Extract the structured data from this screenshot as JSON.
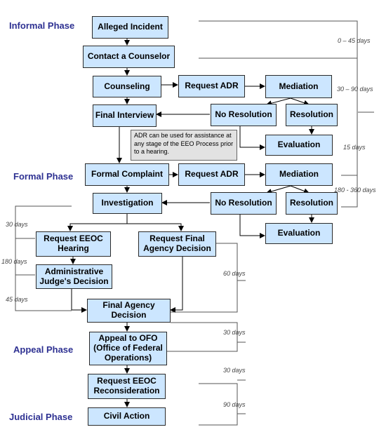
{
  "phases": {
    "informal": "Informal Phase",
    "formal": "Formal Phase",
    "appeal": "Appeal Phase",
    "judicial": "Judicial Phase"
  },
  "boxes": {
    "alleged_incident": "Alleged Incident",
    "contact_counselor": "Contact a Counselor",
    "counseling": "Counseling",
    "request_adr_1": "Request ADR",
    "mediation_1": "Mediation",
    "final_interview": "Final Interview",
    "no_resolution_1": "No Resolution",
    "resolution_1": "Resolution",
    "evaluation_1": "Evaluation",
    "formal_complaint": "Formal Complaint",
    "request_adr_2": "Request ADR",
    "mediation_2": "Mediation",
    "investigation": "Investigation",
    "no_resolution_2": "No Resolution",
    "resolution_2": "Resolution",
    "evaluation_2": "Evaluation",
    "request_eeoc_hearing": "Request EEOC Hearing",
    "request_final_agency_decision": "Request Final Agency Decision",
    "administrative_judge_decision": "Administrative Judge's Decision",
    "final_agency_decision": "Final Agency Decision",
    "appeal_to_ofo": "Appeal to OFO (Office of Federal Operations)",
    "request_eeoc_reconsideration": "Request EEOC Reconsideration",
    "civil_action": "Civil Action"
  },
  "note": "ADR can be used for assistance at any stage of the EEO Process prior to a hearing.",
  "timeframes": {
    "t_0_45": "0 – 45 days",
    "t_30_90": "30 – 90 days",
    "t_15": "15 days",
    "t_180_360": "180 - 360 days",
    "t_30_hearing": "30 days",
    "t_180": "180 days",
    "t_45": "45 days",
    "t_60": "60 days",
    "t_30_appeal": "30 days",
    "t_30_recon": "30 days",
    "t_90": "90 days"
  },
  "colors": {
    "box_fill": "#cce6ff",
    "phase_text": "#2e3192",
    "note_fill": "#e2e2e2"
  }
}
